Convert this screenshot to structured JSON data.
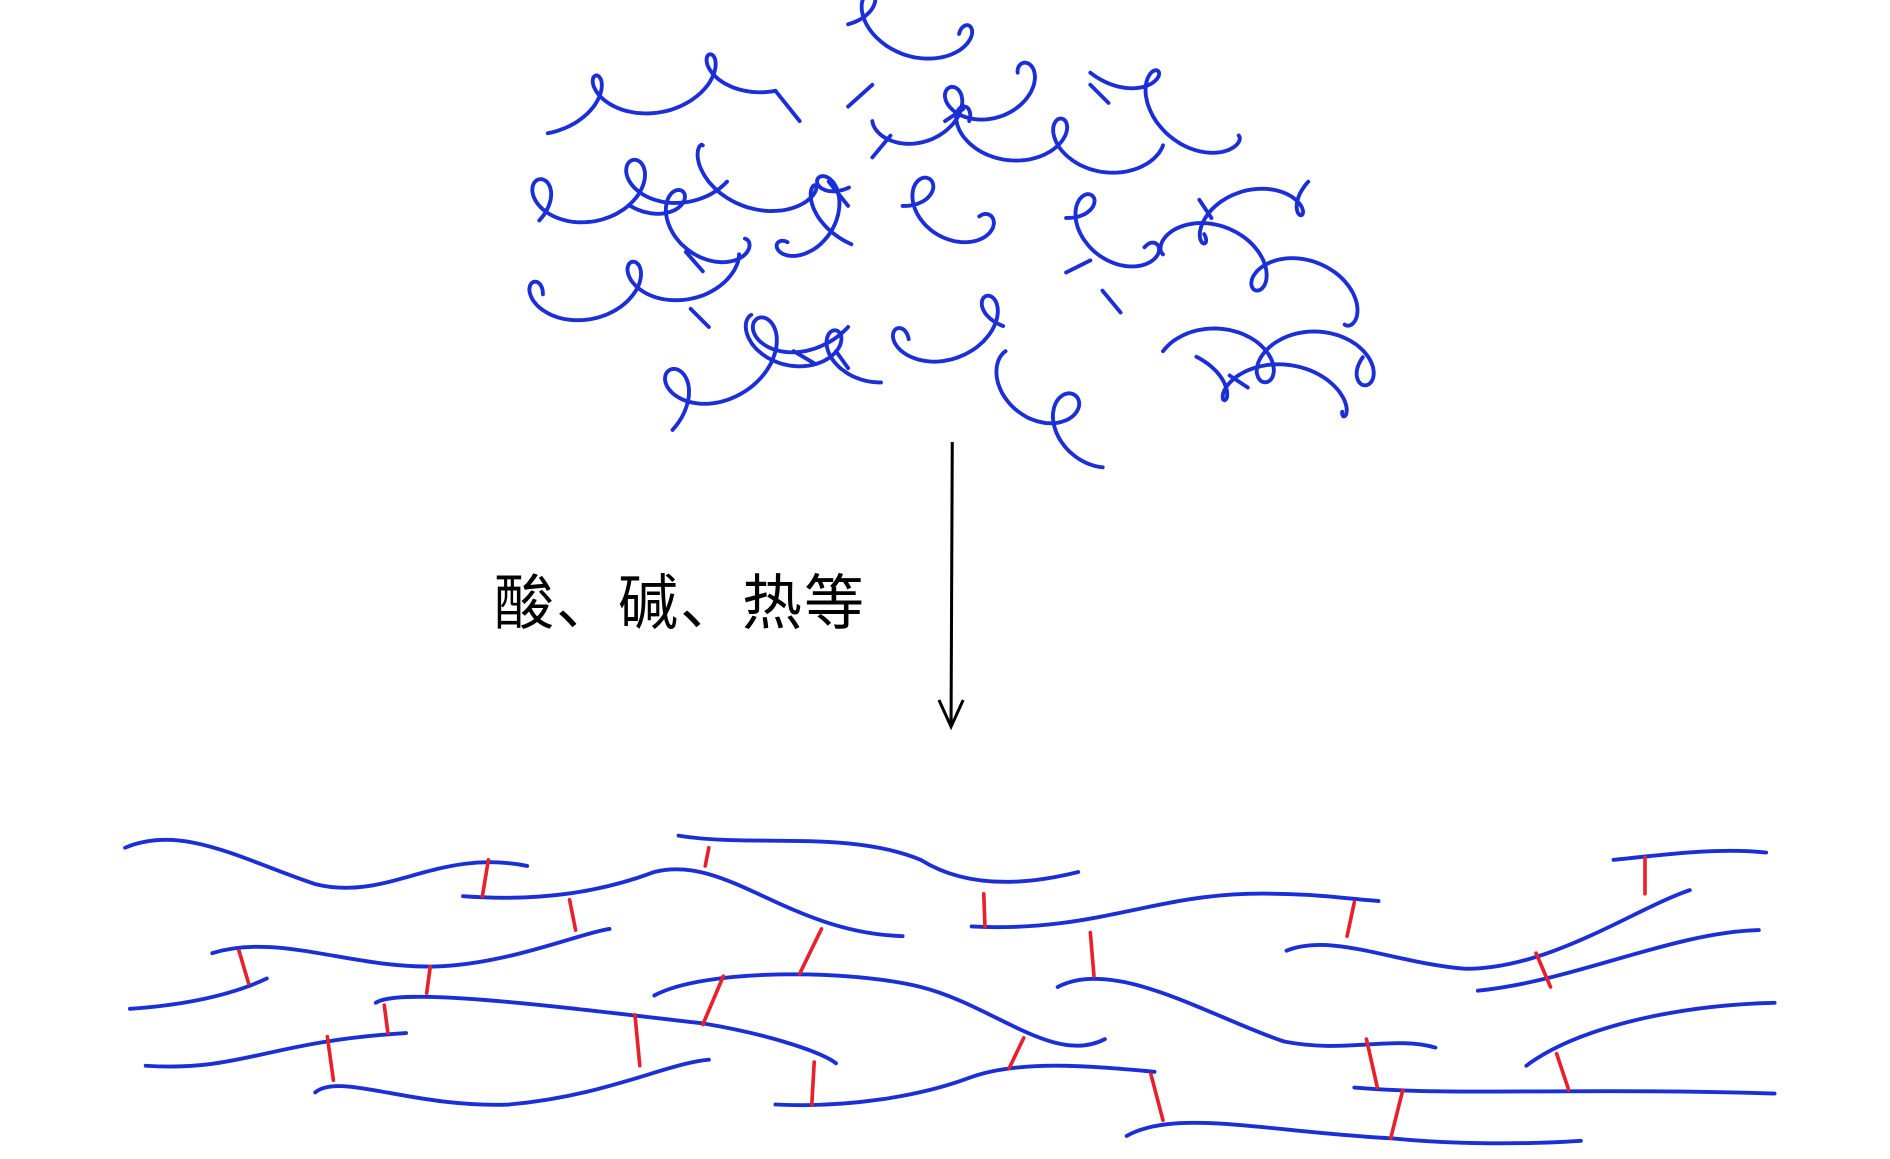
{
  "diagram": {
    "arrow_label": "酸、碱、热等",
    "colors": {
      "chain": "#1a2fd6",
      "crosslink": "#e8202a",
      "arrow": "#000000"
    },
    "top_state": "tangled-polymer-chains",
    "bottom_state": "aligned-crosslinked-chains"
  }
}
